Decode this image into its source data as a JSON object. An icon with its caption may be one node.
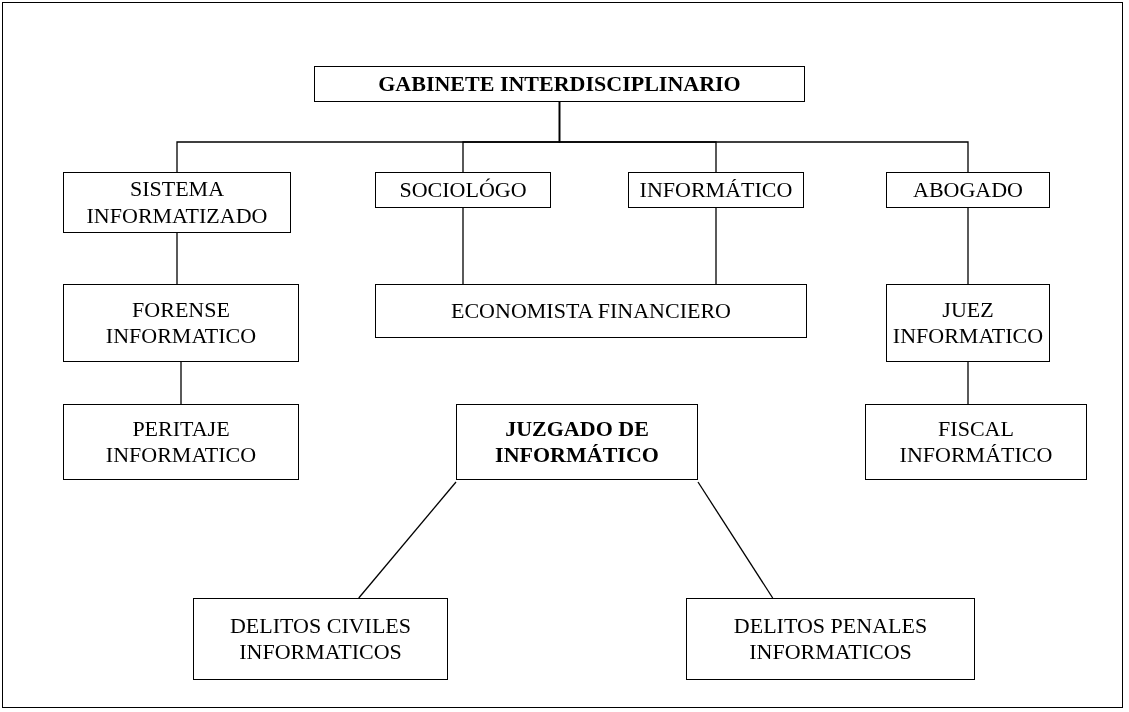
{
  "diagram": {
    "nodes": [
      {
        "text": [
          "GABINETE INTERDISCIPLINARIO"
        ]
      },
      {
        "text": [
          "SISTEMA INFORMATIZADO"
        ]
      },
      {
        "text": [
          "SOCIOLÓGO"
        ]
      },
      {
        "text": [
          "INFORMÁTICO"
        ]
      },
      {
        "text": [
          "ABOGADO"
        ]
      },
      {
        "text": [
          "FORENSE INFORMATICO"
        ]
      },
      {
        "text": [
          "ECONOMISTA FINANCIERO"
        ]
      },
      {
        "text": [
          "JUEZ INFORMATICO"
        ]
      },
      {
        "text": [
          "PERITAJE INFORMATICO"
        ]
      },
      {
        "text": [
          "JUZGADO DE INFORMÁTICO"
        ]
      },
      {
        "text": [
          "FISCAL INFORMÁTICO"
        ]
      },
      {
        "text": [
          "DELITOS CIVILES INFORMATICOS"
        ]
      },
      {
        "text": [
          "DELITOS PENALES INFORMATICOS"
        ]
      }
    ],
    "edges": [
      {
        "from": 0,
        "to": 1,
        "arrow": "none"
      },
      {
        "from": 0,
        "to": 2,
        "arrow": "none"
      },
      {
        "from": 0,
        "to": 3,
        "arrow": "none"
      },
      {
        "from": 0,
        "to": 4,
        "arrow": "none"
      },
      {
        "from": 1,
        "to": 5,
        "arrow": "none"
      },
      {
        "from": 5,
        "to": 8,
        "arrow": "none"
      },
      {
        "from": 2,
        "to": 6,
        "arrow": "none"
      },
      {
        "from": 3,
        "to": 6,
        "arrow": "none"
      },
      {
        "from": 4,
        "to": 7,
        "arrow": "none"
      },
      {
        "from": 7,
        "to": 10,
        "arrow": "none"
      },
      {
        "from": 9,
        "to": 11,
        "arrow": "none"
      },
      {
        "from": 9,
        "to": 12,
        "arrow": "none"
      }
    ]
  }
}
